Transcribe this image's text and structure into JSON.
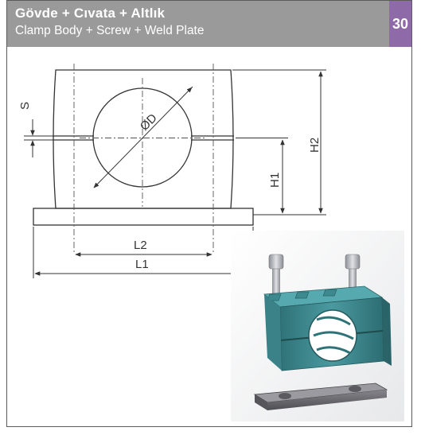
{
  "header": {
    "title_tr": "Gövde + Cıvata + Altlık",
    "title_en": "Clamp Body + Screw + Weld Plate",
    "page_number": "30"
  },
  "dimensions": {
    "s": "S",
    "d": "ØD",
    "h1": "H1",
    "h2": "H2",
    "l1": "L1",
    "l2": "L2"
  },
  "colors": {
    "header": "#9a9a9a",
    "page_tab": "#8f6aa8",
    "clamp_body": "#3f8d93",
    "weld_plate": "#6a6a70",
    "screw": "#b9bcc2"
  },
  "photo": {
    "icon": "clamp-assembly-photo"
  }
}
